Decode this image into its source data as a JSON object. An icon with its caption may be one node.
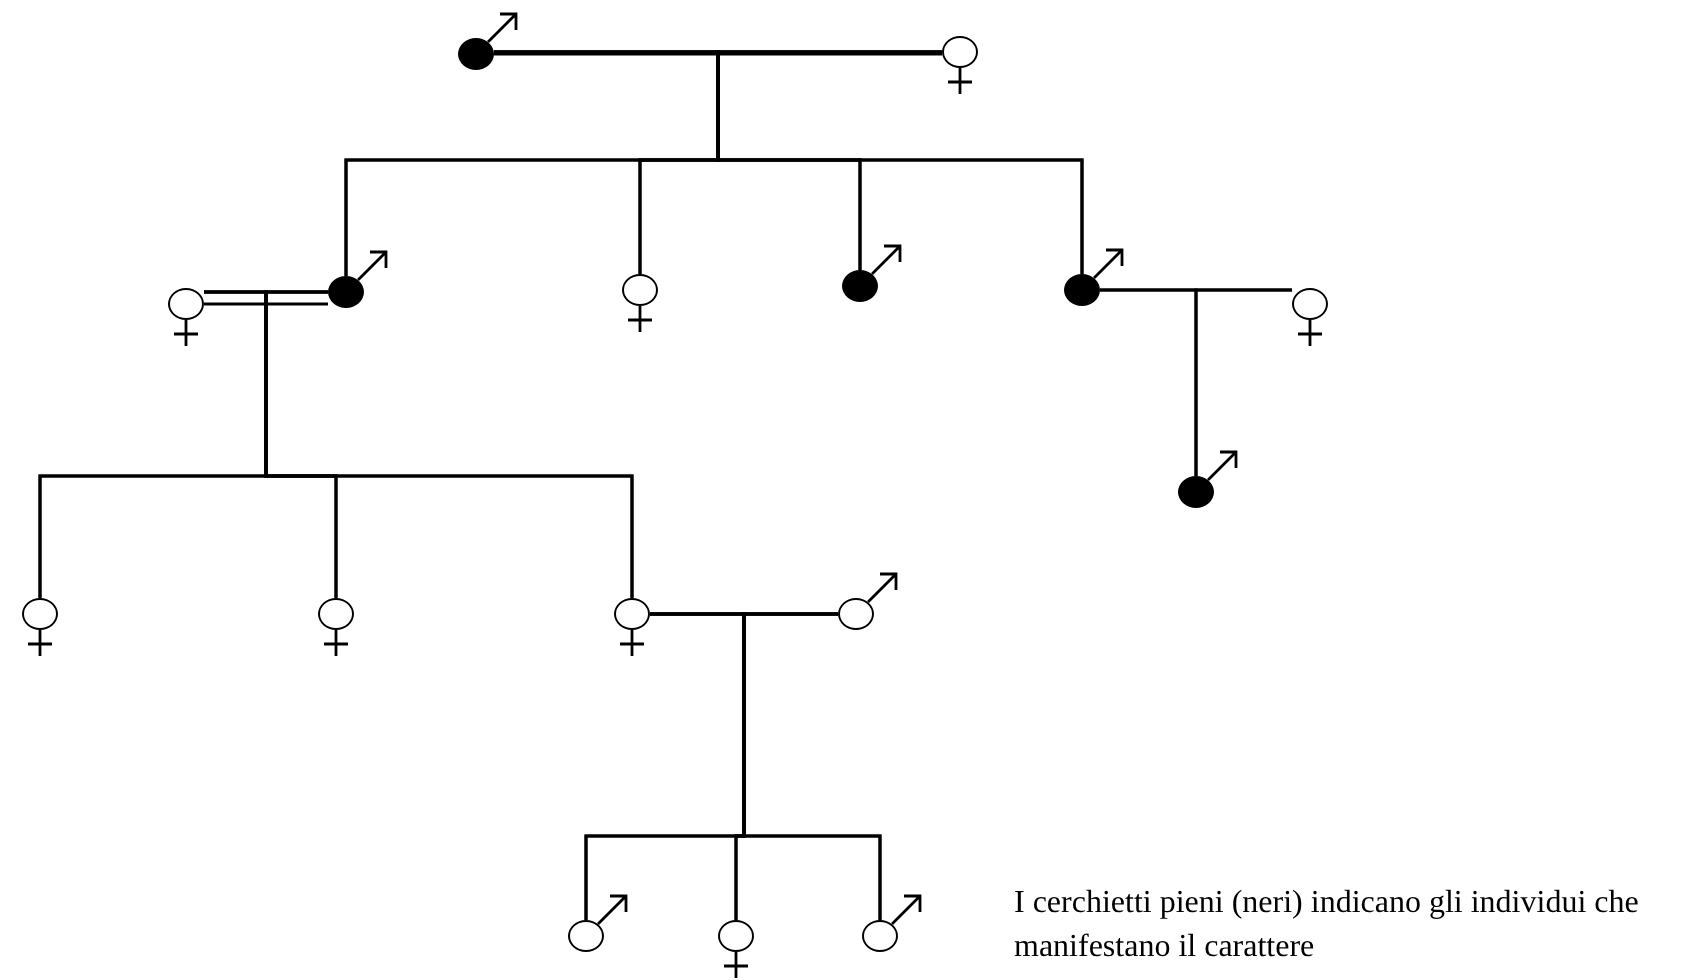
{
  "diagram": {
    "nodes": [
      {
        "text": [],
        "shape": "circle"
      },
      {
        "text": [],
        "shape": "circle"
      },
      {
        "text": [],
        "shape": "circle"
      },
      {
        "text": [],
        "shape": "circle"
      },
      {
        "text": [],
        "shape": "circle"
      },
      {
        "text": [],
        "shape": "circle"
      },
      {
        "text": [],
        "shape": "circle"
      },
      {
        "text": [],
        "shape": "circle"
      },
      {
        "text": [],
        "shape": "circle"
      },
      {
        "text": [],
        "shape": "circle"
      },
      {
        "text": [],
        "shape": "circle"
      },
      {
        "text": [],
        "shape": "circle"
      },
      {
        "text": [],
        "shape": "circle"
      },
      {
        "text": [],
        "shape": "circle"
      },
      {
        "text": [],
        "shape": "circle"
      },
      {
        "text": [],
        "shape": "circle"
      }
    ],
    "edges": [
      {
        "from": 0,
        "to": 1,
        "arrow": "none"
      },
      {
        "from": 0,
        "to": 3,
        "arrow": "none"
      },
      {
        "from": 0,
        "to": 4,
        "arrow": "none"
      },
      {
        "from": 0,
        "to": 5,
        "arrow": "none"
      },
      {
        "from": 0,
        "to": 6,
        "arrow": "none"
      },
      {
        "from": 1,
        "to": 3,
        "arrow": "none"
      },
      {
        "from": 1,
        "to": 4,
        "arrow": "none"
      },
      {
        "from": 1,
        "to": 5,
        "arrow": "none"
      },
      {
        "from": 1,
        "to": 6,
        "arrow": "none"
      },
      {
        "from": 2,
        "to": 3,
        "arrow": "none"
      },
      {
        "from": 6,
        "to": 7,
        "arrow": "none"
      },
      {
        "from": 2,
        "to": 9,
        "arrow": "none"
      },
      {
        "from": 2,
        "to": 10,
        "arrow": "none"
      },
      {
        "from": 2,
        "to": 11,
        "arrow": "none"
      },
      {
        "from": 3,
        "to": 9,
        "arrow": "none"
      },
      {
        "from": 3,
        "to": 10,
        "arrow": "none"
      },
      {
        "from": 3,
        "to": 11,
        "arrow": "none"
      },
      {
        "from": 6,
        "to": 8,
        "arrow": "none"
      },
      {
        "from": 7,
        "to": 8,
        "arrow": "none"
      },
      {
        "from": 11,
        "to": 12,
        "arrow": "none"
      },
      {
        "from": 11,
        "to": 13,
        "arrow": "none"
      },
      {
        "from": 11,
        "to": 14,
        "arrow": "none"
      },
      {
        "from": 11,
        "to": 15,
        "arrow": "none"
      },
      {
        "from": 12,
        "to": 13,
        "arrow": "none"
      },
      {
        "from": 12,
        "to": 14,
        "arrow": "none"
      },
      {
        "from": 12,
        "to": 15,
        "arrow": "none"
      }
    ],
    "labels": [
      "I cerchietti pieni (neri) indicano gli individui che manifestano il carattere"
    ]
  }
}
